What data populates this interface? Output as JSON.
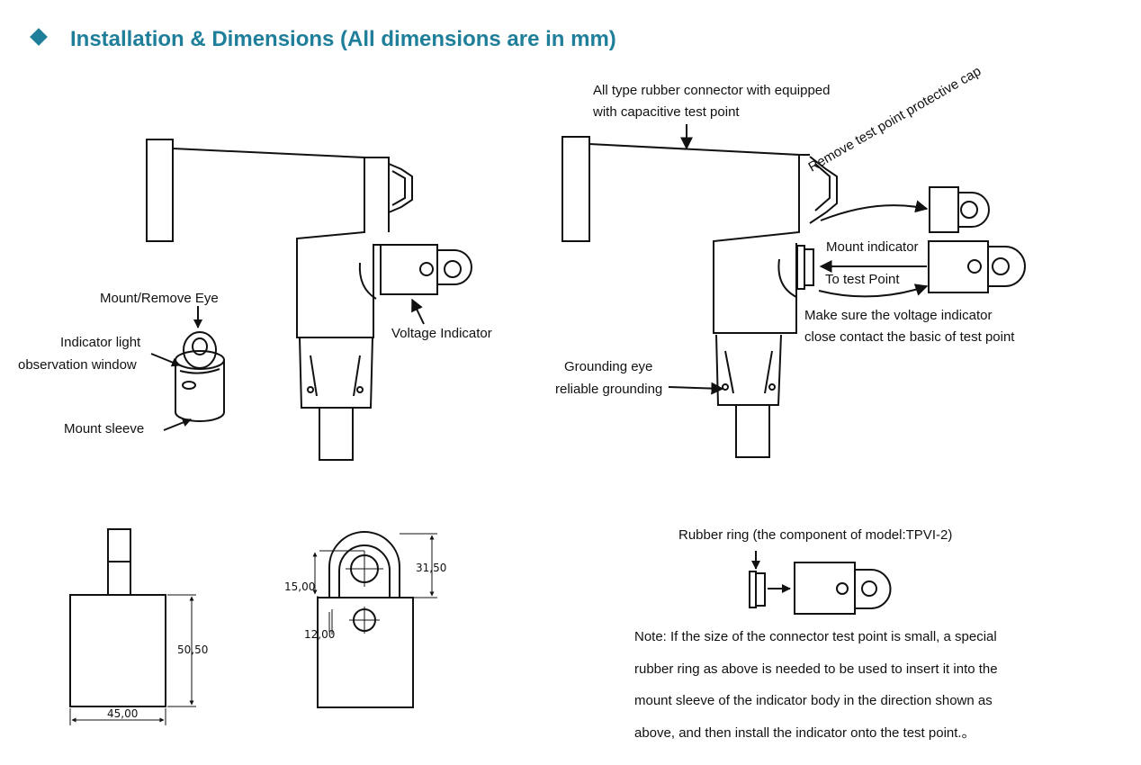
{
  "title": "Installation & Dimensions (All dimensions are in mm)",
  "left_diagram": {
    "labels": {
      "mount_remove_eye": "Mount/Remove Eye",
      "indicator_light_1": "Indicator light",
      "indicator_light_2": "observation window",
      "mount_sleeve": "Mount sleeve",
      "voltage_indicator": "Voltage Indicator"
    }
  },
  "right_diagram": {
    "labels": {
      "connector_1": "All type rubber connector with equipped",
      "connector_2": "with capacitive test point",
      "remove_cap": "Remove test point protective cap",
      "mount_indicator": "Mount indicator",
      "to_test_point": "To test Point",
      "make_sure_1": "Make sure the voltage indicator",
      "make_sure_2": "close contact the basic of test point",
      "grounding_1": "Grounding eye",
      "grounding_2": "reliable grounding"
    }
  },
  "dimensions": {
    "height": "50,50",
    "width": "45,00",
    "eye_height": "31,50",
    "eye_offset": "15,00",
    "hole_offset": "12,00"
  },
  "rubber_ring": {
    "label": "Rubber ring (the component of model:TPVI-2)"
  },
  "note": {
    "lines": [
      "Note: If the size of the connector test point is small, a special",
      "rubber ring as above is needed to be used to insert it into the",
      "mount sleeve of the indicator body in the direction shown as",
      "above, and then install the indicator onto the test point.。"
    ]
  }
}
